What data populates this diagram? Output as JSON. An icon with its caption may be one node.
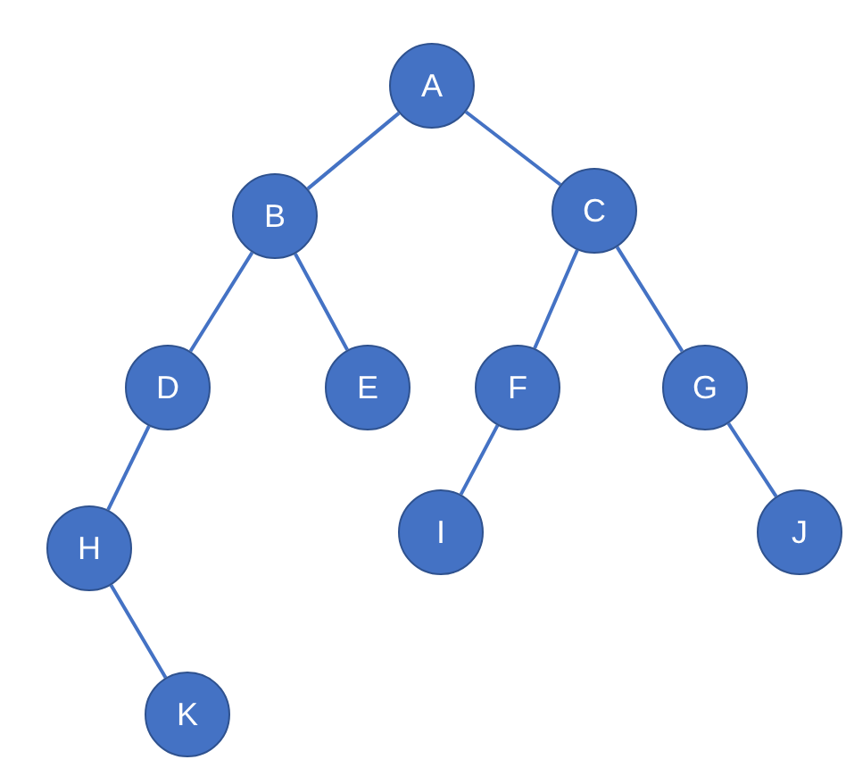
{
  "diagram": {
    "nodes": [
      {
        "text": [
          "A"
        ]
      },
      {
        "text": [
          "B"
        ]
      },
      {
        "text": [
          "C"
        ]
      },
      {
        "text": [
          "D"
        ]
      },
      {
        "text": [
          "E"
        ]
      },
      {
        "text": [
          "F"
        ]
      },
      {
        "text": [
          "G"
        ]
      },
      {
        "text": [
          "H"
        ]
      },
      {
        "text": [
          "I"
        ]
      },
      {
        "text": [
          "J"
        ]
      },
      {
        "text": [
          "K"
        ]
      }
    ],
    "edges": [
      {
        "from": 0,
        "to": 1,
        "arrow": "none"
      },
      {
        "from": 0,
        "to": 2,
        "arrow": "none"
      },
      {
        "from": 1,
        "to": 3,
        "arrow": "none"
      },
      {
        "from": 1,
        "to": 4,
        "arrow": "none"
      },
      {
        "from": 2,
        "to": 5,
        "arrow": "none"
      },
      {
        "from": 2,
        "to": 6,
        "arrow": "none"
      },
      {
        "from": 3,
        "to": 7,
        "arrow": "none"
      },
      {
        "from": 5,
        "to": 8,
        "arrow": "none"
      },
      {
        "from": 6,
        "to": 9,
        "arrow": "none"
      },
      {
        "from": 7,
        "to": 10,
        "arrow": "none"
      }
    ]
  }
}
